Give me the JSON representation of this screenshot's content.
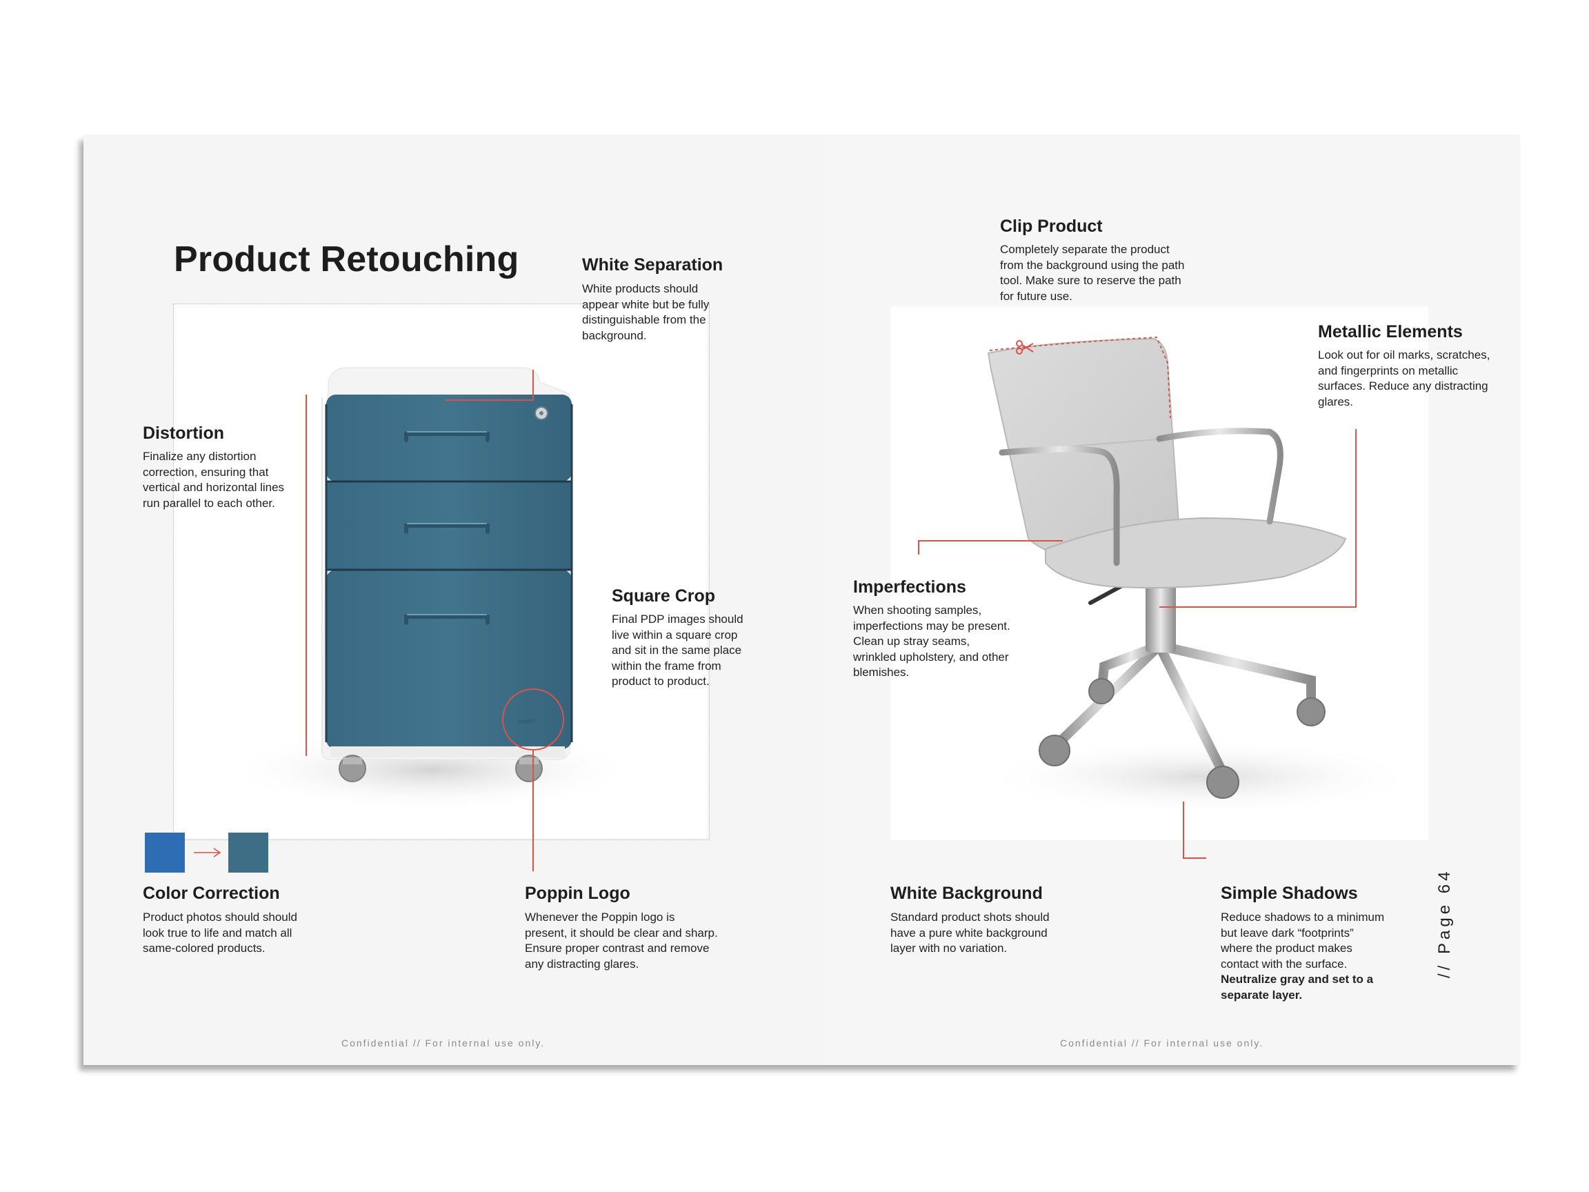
{
  "colors": {
    "accent_red": "#d9534a",
    "cabinet_blue": "#3d6e87",
    "swatch_before": "#2e6cb3",
    "swatch_after": "#3e6e86"
  },
  "page": {
    "title": "Product Retouching",
    "page_number": "// Page 64",
    "footer_left": "Confidential // For internal use only.",
    "footer_right": "Confidential // For internal use only."
  },
  "annotations": {
    "white_separation": {
      "title": "White Separation",
      "body": "White products should appear white but be fully distinguishable from the background."
    },
    "distortion": {
      "title": "Distortion",
      "body": "Finalize any distortion correction, ensuring that vertical and horizontal lines run parallel to each other."
    },
    "square_crop": {
      "title": "Square Crop",
      "body": "Final PDP images should live within a square crop and sit in the same place within the frame from product to product."
    },
    "color_correction": {
      "title": "Color Correction",
      "body": "Product photos should should look true to life and match all same-colored products."
    },
    "poppin_logo": {
      "title": "Poppin Logo",
      "body": "Whenever the Poppin logo is present, it should be clear and sharp. Ensure proper contrast and remove any distracting glares."
    },
    "clip_product": {
      "title": "Clip Product",
      "body": "Completely separate the product from the background using the path tool. Make sure to reserve the path for future use."
    },
    "metallic_elements": {
      "title": "Metallic Elements",
      "body": "Look out for oil marks, scratches, and fingerprints on metallic surfaces. Reduce any distracting glares."
    },
    "imperfections": {
      "title": "Imperfections",
      "body": "When shooting samples, imperfections may be present. Clean up stray seams, wrinkled upholstery, and other blemishes."
    },
    "white_background": {
      "title": "White Background",
      "body": "Standard product shots should have a pure white background layer with no variation."
    },
    "simple_shadows": {
      "title": "Simple Shadows",
      "body": "Reduce shadows to a minimum but leave dark “footprints” where the product makes contact with the surface.",
      "body_bold": "Neutralize gray and set to a separate layer."
    }
  },
  "illustrations": {
    "cabinet_logo": "poppin"
  }
}
